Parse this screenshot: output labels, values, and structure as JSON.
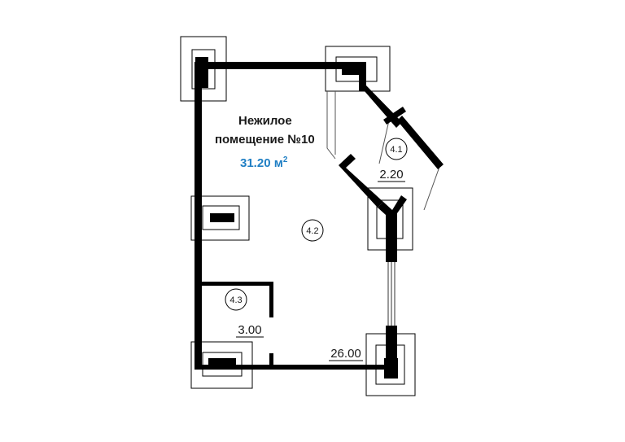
{
  "title_line1": "Нежилое",
  "title_line2": "помещение №10",
  "area_value": "31.20 м",
  "area_unit_sup": "2",
  "rooms": [
    {
      "id": "4.1",
      "area": "2.20"
    },
    {
      "id": "4.2",
      "area": "26.00"
    },
    {
      "id": "4.3",
      "area": "3.00"
    }
  ],
  "colors": {
    "walls": "#000000",
    "area_text": "#1f7fc4",
    "thin_lines": "#555555"
  }
}
